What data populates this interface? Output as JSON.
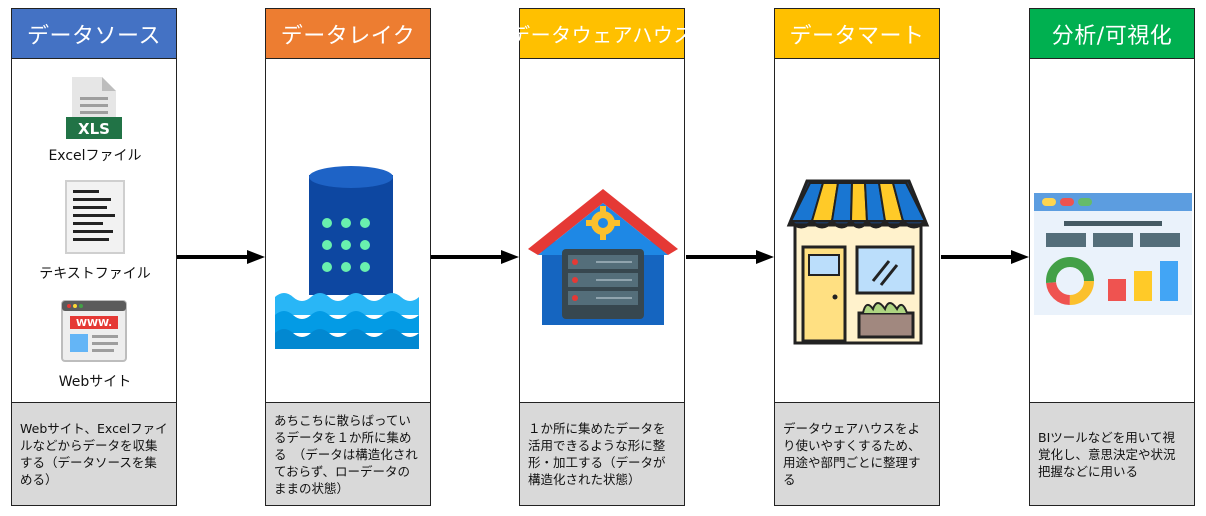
{
  "colors": {
    "source": "#4472c4",
    "lake": "#ed7d31",
    "warehouse": "#ffc000",
    "mart": "#ffc000",
    "analysis": "#00b050",
    "description_bg": "#d9d9d9"
  },
  "columns": [
    {
      "title": "データソース",
      "description": "Webサイト、Excelファイルなどからデータを収集する（データソースを集める）",
      "items": [
        {
          "label": "Excelファイル",
          "icon": "excel-file-icon",
          "badge": "XLS"
        },
        {
          "label": "テキストファイル",
          "icon": "text-file-icon"
        },
        {
          "label": "Webサイト",
          "icon": "website-icon",
          "badge": "WWW."
        }
      ]
    },
    {
      "title": "データレイク",
      "description": "あちこちに散らばっているデータを１か所に集める　（データは構造化されておらず、ローデータのままの状態）",
      "icon": "data-lake-icon"
    },
    {
      "title": "データウェアハウス",
      "description": "１か所に集めたデータを活用できるような形に整形・加工する（データが構造化された状態）",
      "icon": "data-warehouse-icon"
    },
    {
      "title": "データマート",
      "description": "データウェアハウスをより使いやすくするため、用途や部門ごとに整理する",
      "icon": "data-mart-store-icon"
    },
    {
      "title": "分析/可視化",
      "description": "BIツールなどを用いて視覚化し、意思決定や状況把握などに用いる",
      "icon": "dashboard-icon"
    }
  ]
}
